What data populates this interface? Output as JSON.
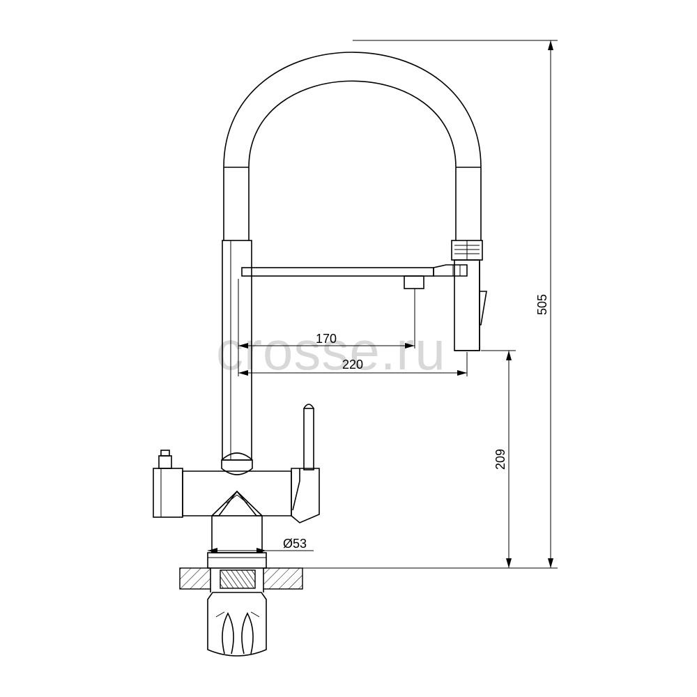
{
  "watermark": "crosse.ru",
  "dimensions": {
    "reach_spout": "170",
    "reach_total": "220",
    "height_spout": "209",
    "height_total": "505",
    "base_diameter": "Ø53"
  }
}
